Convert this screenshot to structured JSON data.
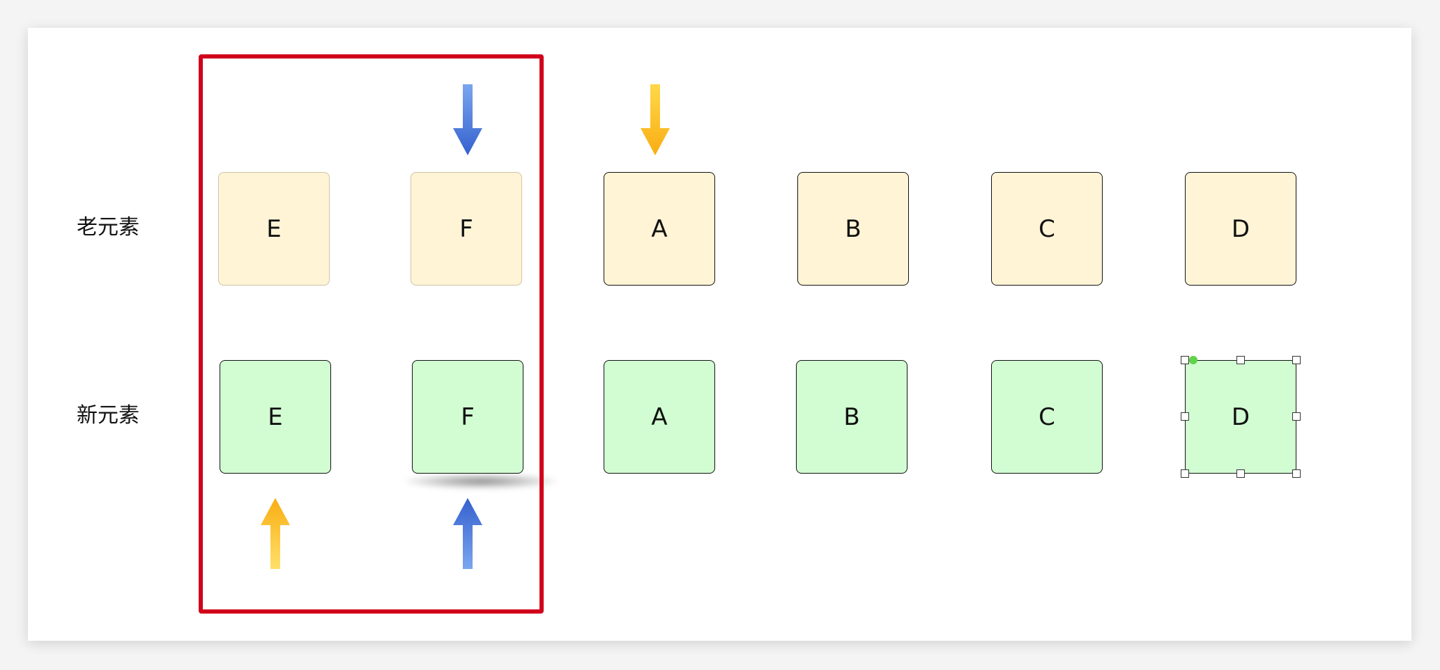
{
  "diagram": {
    "row_labels": {
      "old": "老元素",
      "new": "新元素"
    },
    "old_nodes": [
      "E",
      "F",
      "A",
      "B",
      "C",
      "D"
    ],
    "new_nodes": [
      "E",
      "F",
      "A",
      "B",
      "C",
      "D"
    ],
    "colors": {
      "old_fill": "#fff4d6",
      "new_fill": "#d2fdd2",
      "highlight_border": "#d0021b",
      "arrow_blue": "#3a66d3",
      "arrow_yellow": "#fbb818"
    },
    "arrows": [
      {
        "name": "blue-down-arrow",
        "color": "blue",
        "direction": "down",
        "points_to": "old F"
      },
      {
        "name": "yellow-down-arrow",
        "color": "yellow",
        "direction": "down",
        "points_to": "old A"
      },
      {
        "name": "yellow-up-arrow",
        "color": "yellow",
        "direction": "up",
        "points_to": "new E"
      },
      {
        "name": "blue-up-arrow",
        "color": "blue",
        "direction": "up",
        "points_to": "new F"
      }
    ],
    "selected_node": "new D"
  }
}
